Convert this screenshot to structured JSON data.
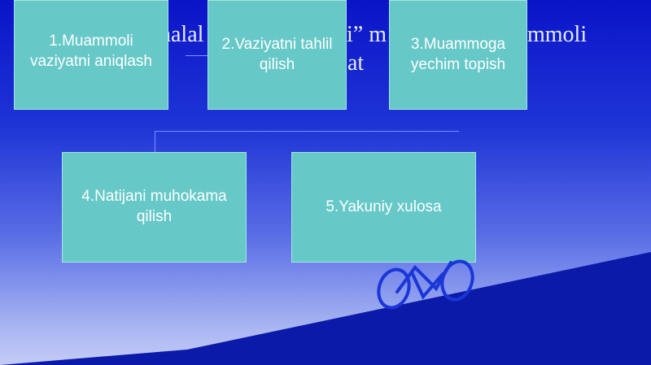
{
  "title": {
    "fragment_1": "nalal",
    "fragment_2": "i” m",
    "fragment_3": "mmoli",
    "fragment_4": "at"
  },
  "steps": [
    {
      "label": "1.Muammoli vaziyatni aniqlash"
    },
    {
      "label": "2.Vaziyatni tahlil qilish"
    },
    {
      "label": "3.Muammoga yechim topish"
    },
    {
      "label": "4.Natijani muhokama qilish"
    },
    {
      "label": "5.Yakuniy xulosa"
    }
  ],
  "colors": {
    "box_fill": "#67c8c8",
    "box_border": "#a7e3e3",
    "box_text": "#ffffff",
    "background_top": "#0a14c8",
    "background_bottom": "#c4ccf6",
    "bottom_band": "#0b1aa8",
    "title_text": "#e6ecff"
  },
  "decoration": {
    "cyclist": "cyclist-logo-icon"
  }
}
